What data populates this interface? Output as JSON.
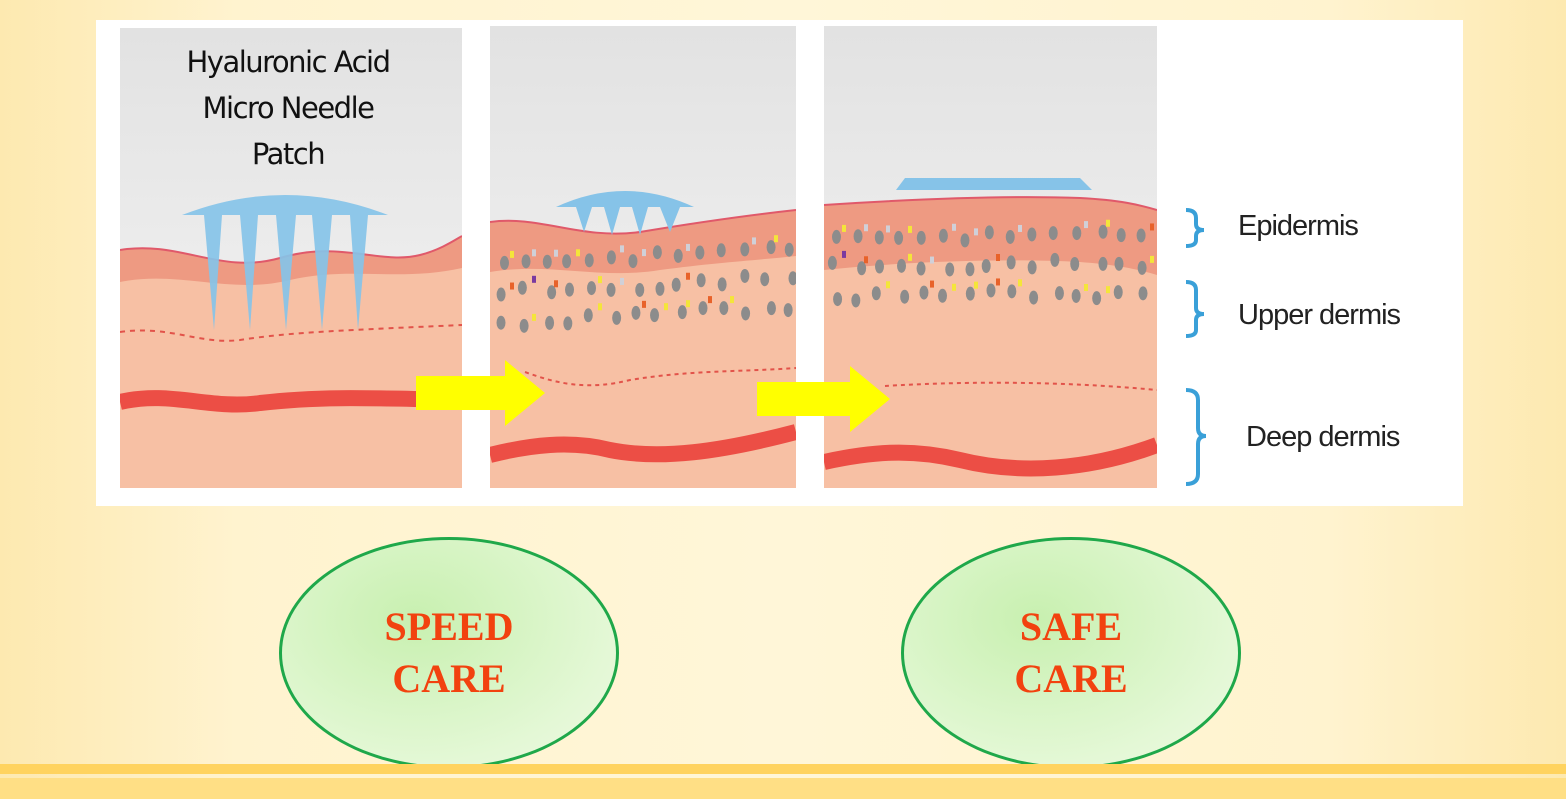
{
  "diagram": {
    "panel_title": [
      "Hyaluronic Acid",
      "Micro Needle",
      "Patch"
    ],
    "layer_labels": {
      "epidermis": "Epidermis",
      "upper_dermis": "Upper dermis",
      "deep_dermis": "Deep dermis"
    }
  },
  "badges": {
    "speed": {
      "line1": "SPEED",
      "line2": "CARE"
    },
    "safe": {
      "line1": "SAFE",
      "line2": "CARE"
    }
  },
  "colors": {
    "patch": "#86c3e8",
    "epidermis": "#ee9a82",
    "dermis": "#f7c0a4",
    "vessel": "#ec4e45",
    "arrow": "#ffff00",
    "badge_text": "#f2420f",
    "badge_border": "#1fa84a",
    "bracket": "#3aa0d8"
  }
}
